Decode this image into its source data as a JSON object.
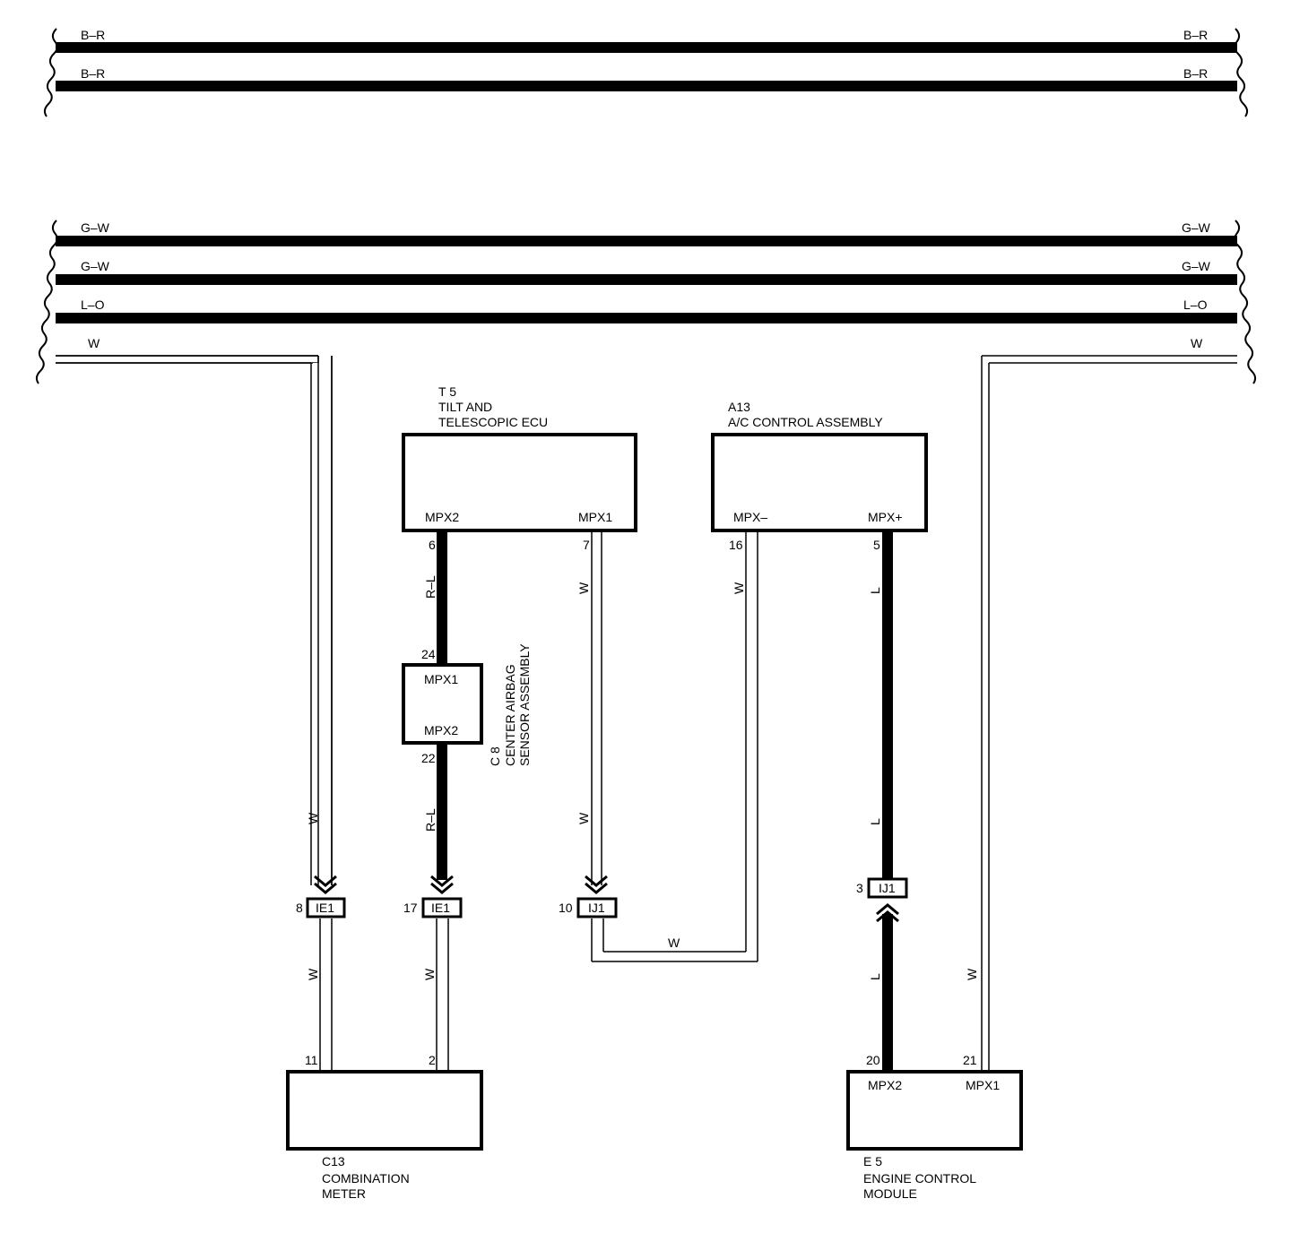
{
  "bus_wires": [
    {
      "color": "B–R"
    },
    {
      "color": "B–R"
    },
    {
      "color": "G–W"
    },
    {
      "color": "G–W"
    },
    {
      "color": "L–O"
    },
    {
      "color": "W"
    }
  ],
  "components": {
    "t5": {
      "code": "T 5",
      "name_line1": "TILT AND",
      "name_line2": "TELESCOPIC ECU",
      "left_terminal": "MPX2",
      "right_terminal": "MPX1",
      "left_pin": "6",
      "right_pin": "7"
    },
    "a13": {
      "code": "A13",
      "name_line1": "A/C CONTROL ASSEMBLY",
      "left_terminal": "MPX–",
      "right_terminal": "MPX+",
      "left_pin": "16",
      "right_pin": "5"
    },
    "c8": {
      "code": "C 8",
      "name_line1": "CENTER AIRBAG",
      "name_line2": "SENSOR ASSEMBLY",
      "top_terminal": "MPX1",
      "bottom_terminal": "MPX2",
      "top_pin": "24",
      "bottom_pin": "22"
    },
    "c13": {
      "code": "C13",
      "name_line1": "COMBINATION",
      "name_line2": "METER",
      "left_pin": "11",
      "right_pin": "2"
    },
    "e5": {
      "code": "E 5",
      "name_line1": "ENGINE CONTROL",
      "name_line2": "MODULE",
      "left_terminal": "MPX2",
      "right_terminal": "MPX1",
      "left_pin": "20",
      "right_pin": "21"
    }
  },
  "connectors": [
    {
      "id": "IE1",
      "pin": "8"
    },
    {
      "id": "IE1",
      "pin": "17"
    },
    {
      "id": "IJ1",
      "pin": "10"
    },
    {
      "id": "IJ1",
      "pin": "3"
    }
  ],
  "wire_colors": {
    "left_bus_drop": "W",
    "left_meter_wire": "W",
    "rl_upper": "R–L",
    "rl_lower": "R–L",
    "meter_wire_2": "W",
    "t5_mpx1_upper": "W",
    "t5_mpx1_lower": "W",
    "ac_mpx_minus": "W",
    "ij1_bottom_link": "W",
    "ac_mpx_plus_upper": "L",
    "ac_mpx_plus_lower": "L",
    "ecm_mpx2": "L",
    "right_bus_drop": "W"
  }
}
